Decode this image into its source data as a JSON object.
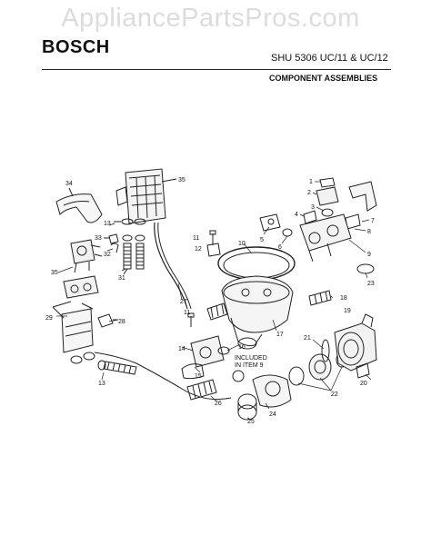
{
  "watermark": "AppliancePartsPros.com",
  "header": {
    "brand": "BOSCH",
    "model": "SHU 5306 UC/11 & UC/12",
    "section": "COMPONENT ASSEMBLIES"
  },
  "callouts": [
    "1",
    "2",
    "3",
    "4",
    "5",
    "6",
    "7",
    "8",
    "9",
    "10",
    "11",
    "12",
    "13",
    "14",
    "15",
    "16",
    "17",
    "18",
    "19",
    "20",
    "21",
    "22",
    "23",
    "24",
    "25",
    "26",
    "27",
    "28",
    "29",
    "31",
    "32",
    "33",
    "34",
    "35"
  ],
  "annotation": {
    "line1": "INCLUDED",
    "line2": "IN ITEM 9"
  }
}
